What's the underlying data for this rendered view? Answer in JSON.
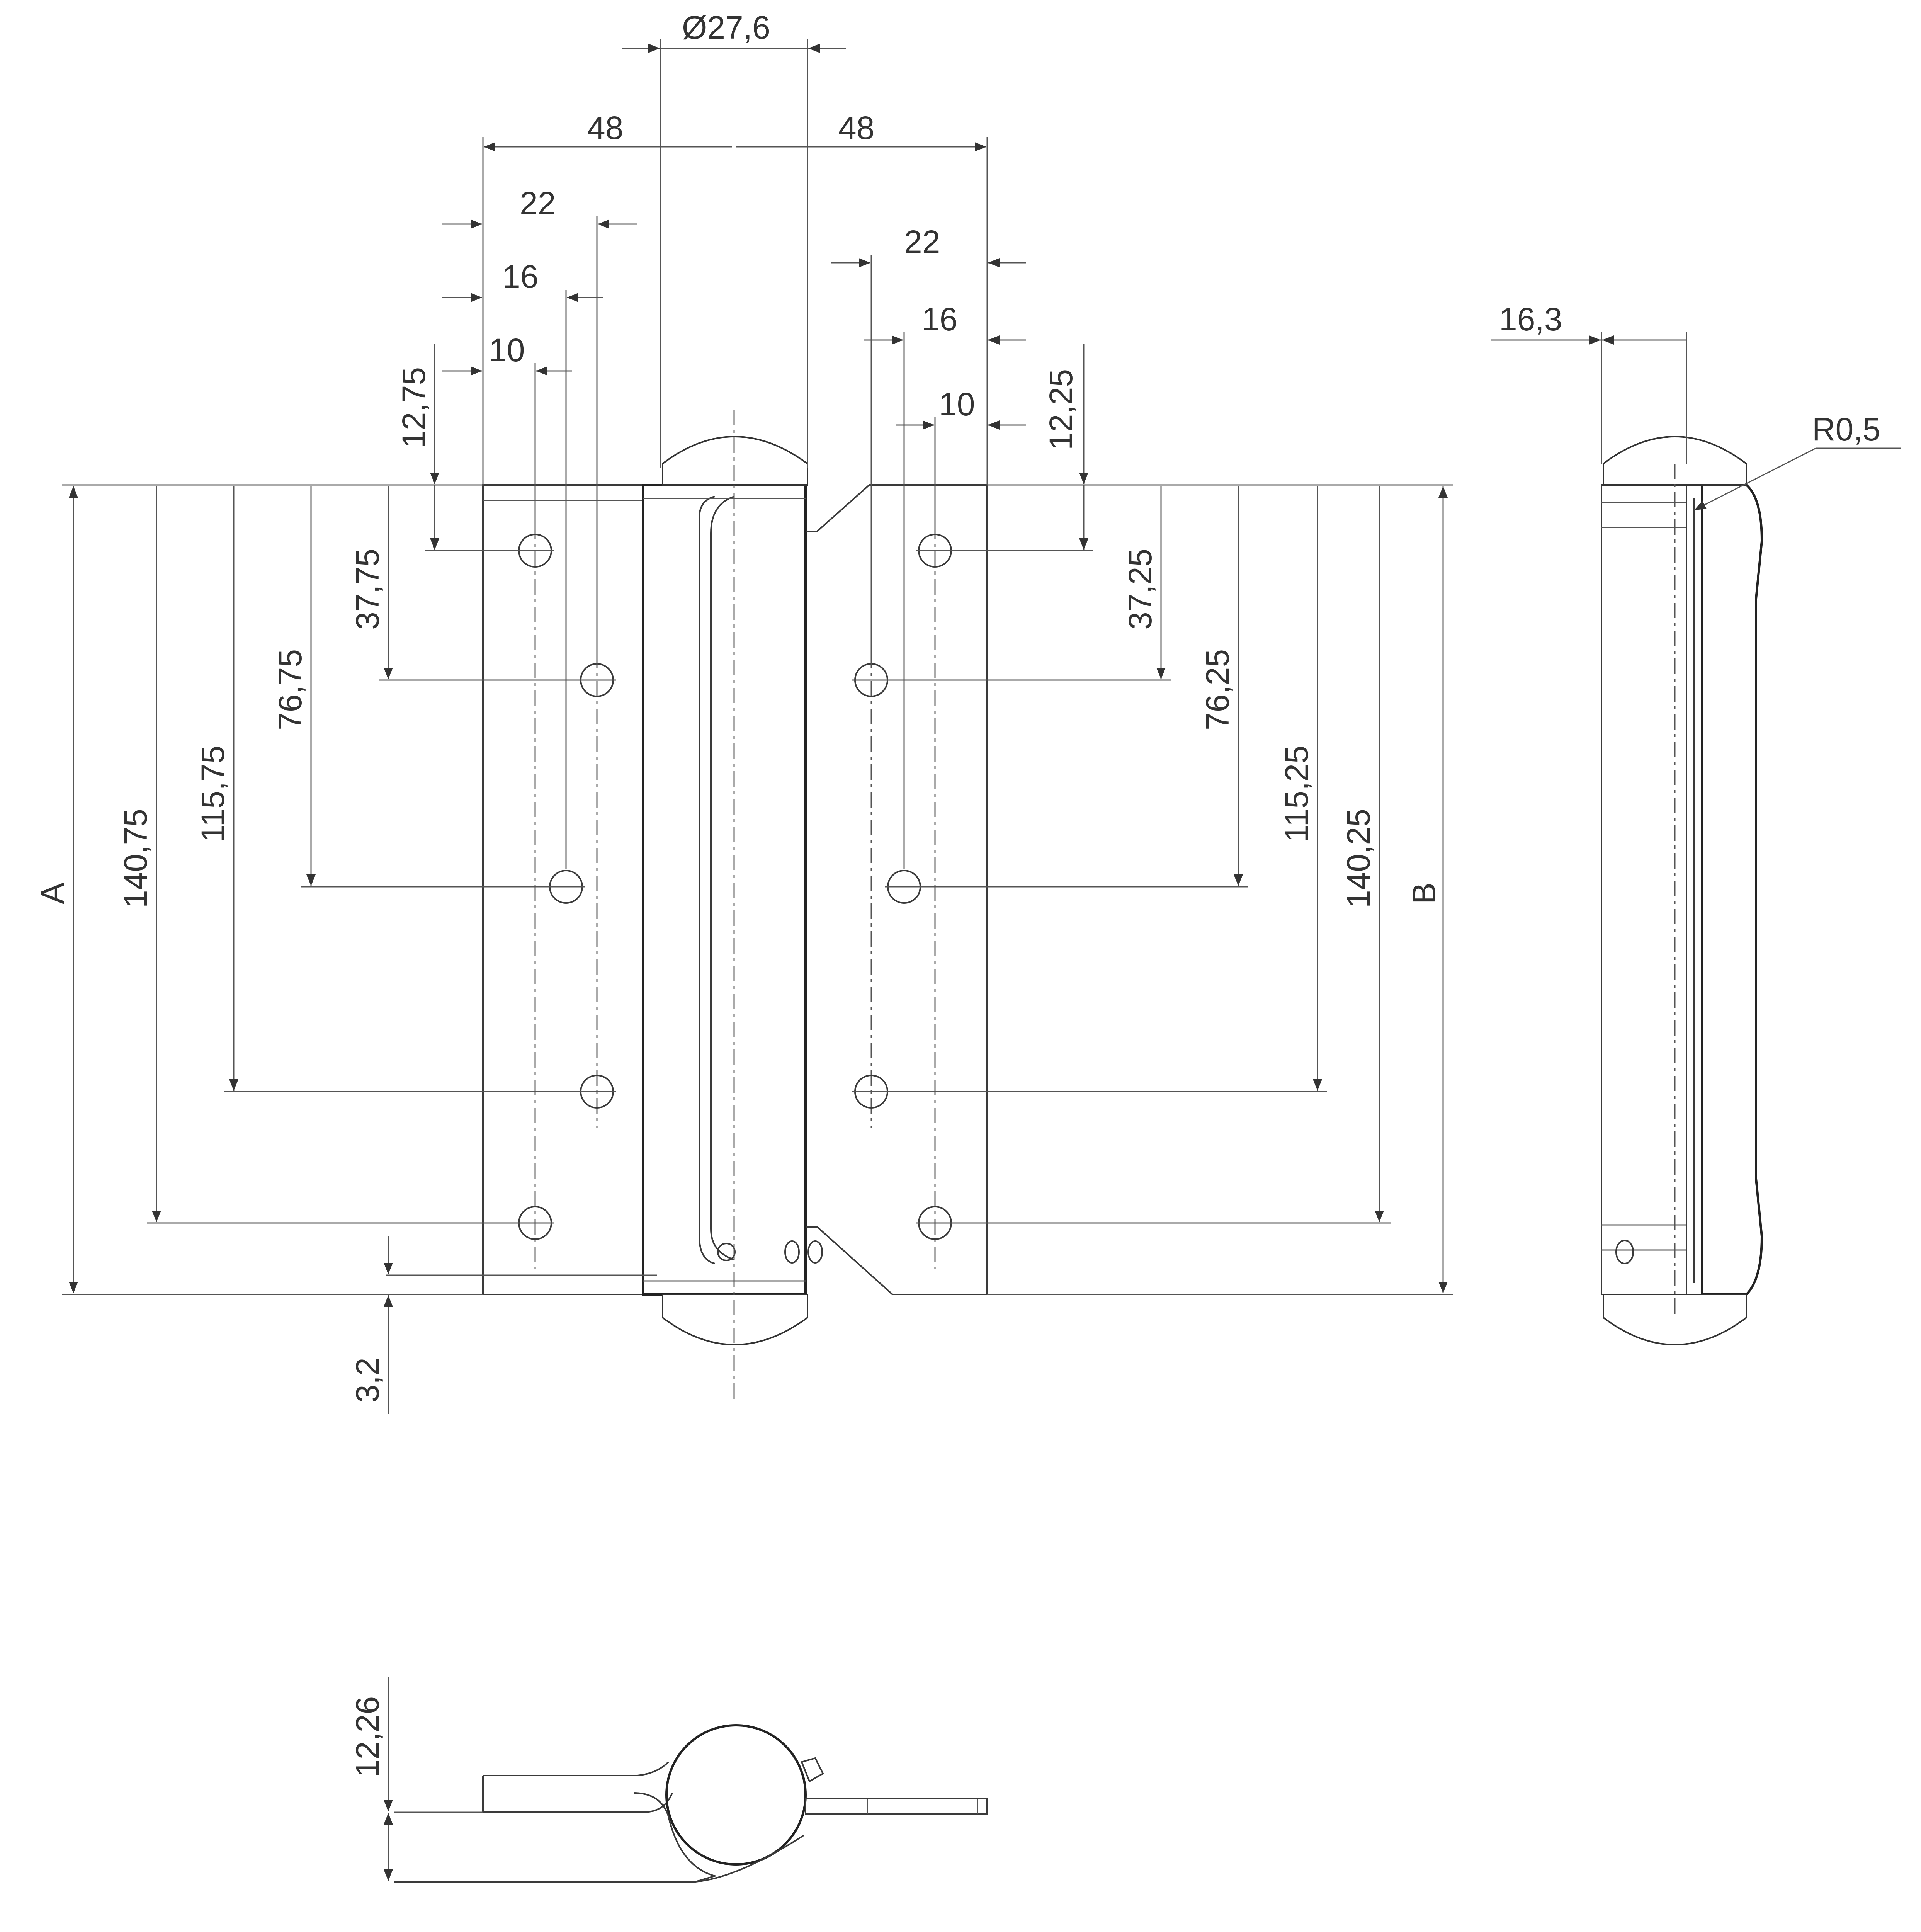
{
  "drawing": {
    "accent_color": "#333333",
    "dims": {
      "dia": "Ø27,6",
      "w48a": "48",
      "w48b": "48",
      "l22": "22",
      "l16": "16",
      "l10": "10",
      "r22": "22",
      "r16": "16",
      "r10": "10",
      "s163": "16,3",
      "r05": "R0,5",
      "l1275": "12,75",
      "l3775": "37,75",
      "l7675": "76,75",
      "l11575": "115,75",
      "l14075": "140,75",
      "A": "A",
      "r1225": "12,25",
      "r3725": "37,25",
      "r7625": "76,25",
      "r11525": "115,25",
      "r14025": "140,25",
      "B": "B",
      "d32": "3,2",
      "d1226": "12,26"
    }
  }
}
